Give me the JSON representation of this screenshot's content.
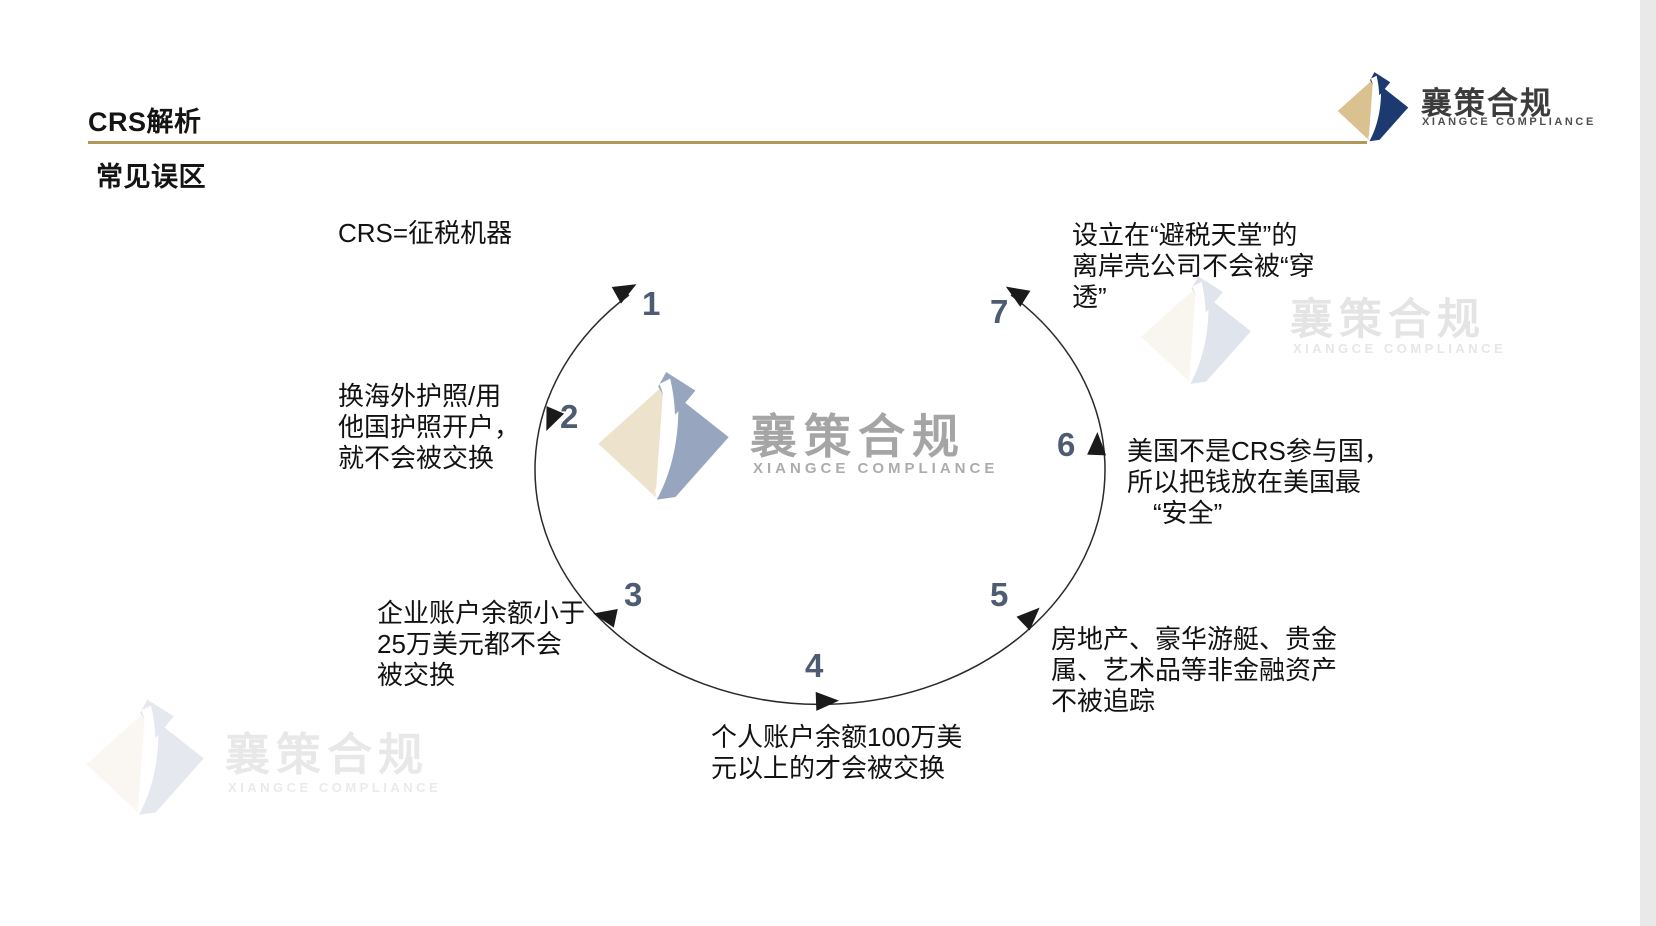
{
  "slide": {
    "title": "CRS解析",
    "subtitle": "常见误区"
  },
  "logo": {
    "name": "襄策合规",
    "tagline": "XIANGCE COMPLIANCE"
  },
  "watermark": {
    "name": "襄策合规",
    "tagline": "XIANGCE COMPLIANCE"
  },
  "diagram": {
    "type": "cycle",
    "steps": [
      {
        "num": "1",
        "text": "CRS=征税机器"
      },
      {
        "num": "2",
        "text": "换海外护照/用\n他国护照开户，\n就不会被交换"
      },
      {
        "num": "3",
        "text": "企业账户余额小于\n25万美元都不会\n被交换"
      },
      {
        "num": "4",
        "text": "个人账户余额100万美\n元以上的才会被交换"
      },
      {
        "num": "5",
        "text": "房地产、豪华游艇、贵金\n属、艺术品等非金融资产\n不被追踪"
      },
      {
        "num": "6",
        "text": "美国不是CRS参与国，\n所以把钱放在美国最\n　“安全”"
      },
      {
        "num": "7",
        "text": "设立在“避税天堂”的\n离岸壳公司不会被“穿\n透”"
      }
    ]
  },
  "colors": {
    "accent_gold": "#b2975a",
    "brand_navy": "#1d3a70",
    "brand_tan": "#d9c190",
    "number_slate": "#4d5c72",
    "arc_stroke": "#2a2a2a",
    "edge_strip_gray": "#e9e9e9"
  }
}
